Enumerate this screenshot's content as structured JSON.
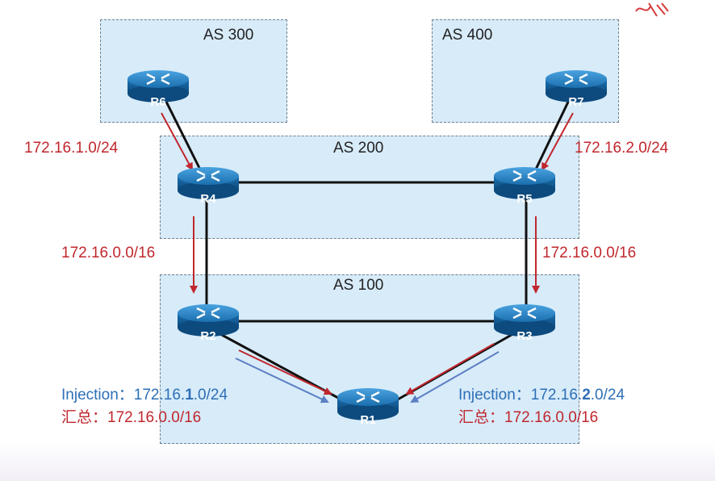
{
  "autonomous_systems": {
    "as300": "AS 300",
    "as400": "AS 400",
    "as200": "AS 200",
    "as100": "AS 100"
  },
  "routers": {
    "r1": "R1",
    "r2": "R2",
    "r3": "R3",
    "r4": "R4",
    "r5": "R5",
    "r6": "R6",
    "r7": "R7"
  },
  "prefixes": {
    "r6_to_r4": "172.16.1.0/24",
    "r7_to_r5": "172.16.2.0/24",
    "r4_to_r2": "172.16.0.0/16",
    "r5_to_r3": "172.16.0.0/16"
  },
  "left_note": {
    "injection_label": "Injection：",
    "injection_prefix_a": "172.16.",
    "injection_prefix_b": "1",
    "injection_prefix_c": ".0/24",
    "summary_label": "汇总：",
    "summary_prefix": "172.16.0.0/16"
  },
  "right_note": {
    "injection_label": "Injection：",
    "injection_prefix_a": "172.16.",
    "injection_prefix_b": "2",
    "injection_prefix_c": ".0/24",
    "summary_label": "汇总：",
    "summary_prefix": "172.16.0.0/16"
  },
  "colors": {
    "as_fill": "#d7ebf9",
    "link": "#111111",
    "advert_arrow": "#c0272d",
    "injection_arrow": "#5b7fc4",
    "router_body": "#1b6fae",
    "label_red": "#c0272d",
    "label_blue": "#2e6fb6"
  }
}
